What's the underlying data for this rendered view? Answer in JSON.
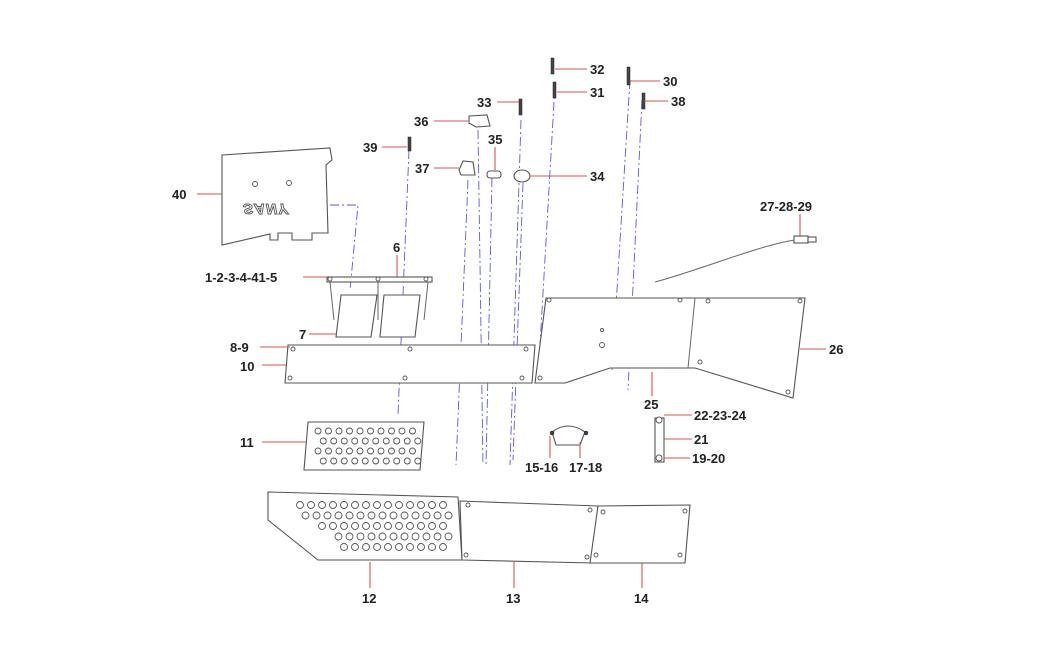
{
  "diagram": {
    "logo_text": "SANY",
    "callouts": {
      "c40": "40",
      "c39": "39",
      "c36": "36",
      "c33": "33",
      "c32": "32",
      "c31": "31",
      "c30": "30",
      "c38": "38",
      "c35": "35",
      "c37": "37",
      "c34": "34",
      "c27_28_29": "27-28-29",
      "c6": "6",
      "c1_5": "1-2-3-4-41-5",
      "c7": "7",
      "c8_9": "8-9",
      "c10": "10",
      "c26": "26",
      "c25": "25",
      "c22_24": "22-23-24",
      "c21": "21",
      "c19_20": "19-20",
      "c15_16": "15-16",
      "c17_18": "17-18",
      "c11": "11",
      "c12": "12",
      "c13": "13",
      "c14": "14"
    }
  }
}
